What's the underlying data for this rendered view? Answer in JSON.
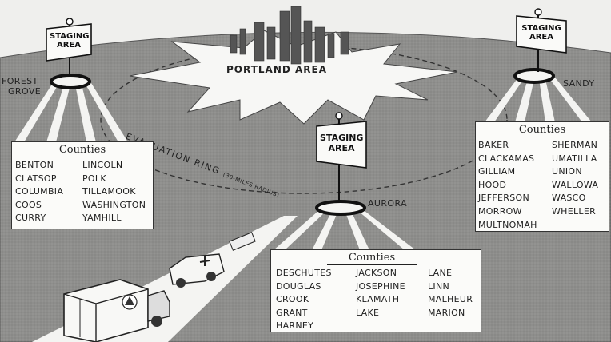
{
  "center": {
    "label": "PORTLAND AREA"
  },
  "ring": {
    "label": "EVACUATION RING",
    "note": "(30-MILES RADIUS)"
  },
  "staging_sign": {
    "line1": "STAGING",
    "line2": "AREA"
  },
  "places": {
    "forest_grove_1": "FOREST",
    "forest_grove_2": "GROVE",
    "sandy": "SANDY",
    "aurora": "AURORA"
  },
  "counties_header": "Counties",
  "west": {
    "col1": [
      "BENTON",
      "CLATSOP",
      "COLUMBIA",
      "COOS",
      "CURRY"
    ],
    "col2": [
      "LINCOLN",
      "POLK",
      "TILLAMOOK",
      "WASHINGTON",
      "YAMHILL"
    ]
  },
  "east": {
    "col1": [
      "BAKER",
      "CLACKAMAS",
      "GILLIAM",
      "HOOD",
      "JEFFERSON",
      "MORROW",
      "MULTNOMAH"
    ],
    "col2": [
      "SHERMAN",
      "UMATILLA",
      "UNION",
      "WALLOWA",
      "WASCO",
      "WHELLER"
    ]
  },
  "south": {
    "col1": [
      "DESCHUTES",
      "DOUGLAS",
      "CROOK",
      "GRANT",
      "HARNEY"
    ],
    "col2": [
      "JACKSON",
      "JOSEPHINE",
      "KLAMATH",
      "LAKE"
    ],
    "col3": [
      "LANE",
      "LINN",
      "MALHEUR",
      "MARION"
    ]
  }
}
